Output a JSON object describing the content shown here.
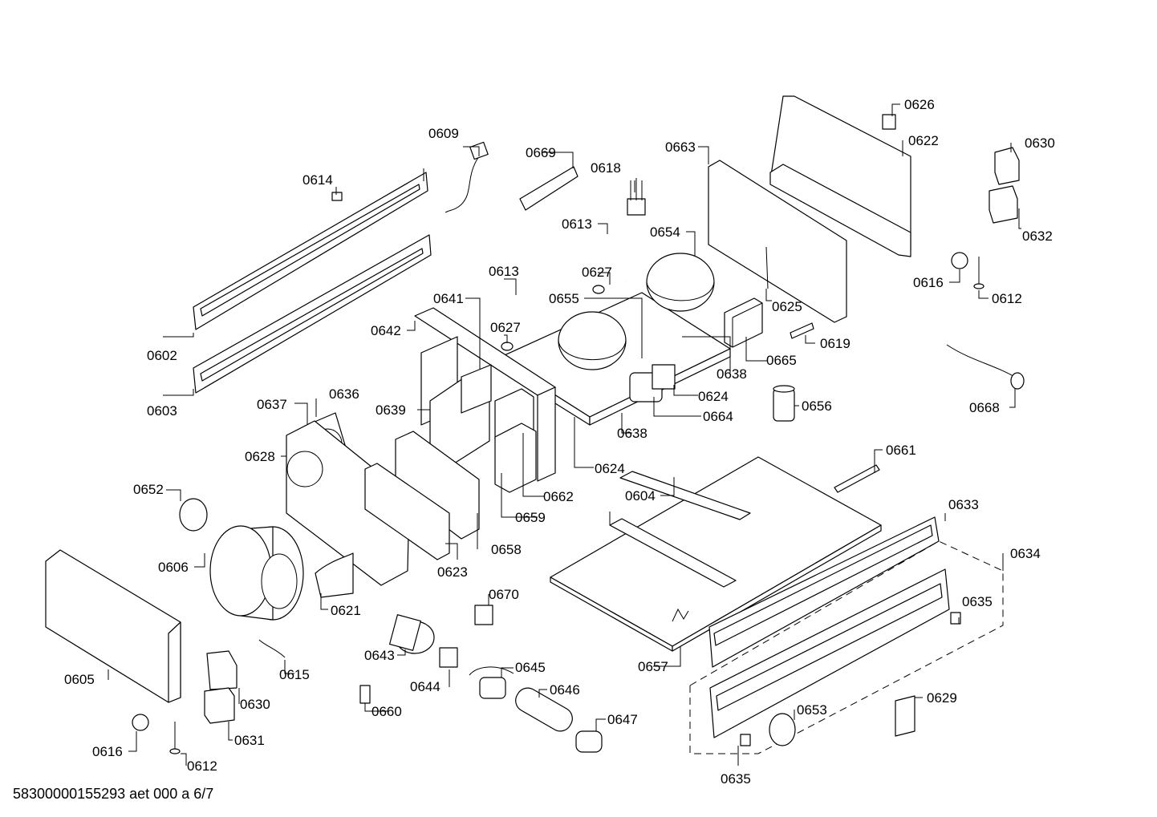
{
  "document_id": "58300000155293 aet 000 a 6/7",
  "part_labels": [
    "0602",
    "0603",
    "0604",
    "0605",
    "0606",
    "0609",
    "0612",
    "0612",
    "0613",
    "0613",
    "0614",
    "0615",
    "0616",
    "0616",
    "0618",
    "0619",
    "0621",
    "0622",
    "0623",
    "0624",
    "0624",
    "0625",
    "0626",
    "0627",
    "0627",
    "0628",
    "0629",
    "0630",
    "0630",
    "0631",
    "0632",
    "0633",
    "0634",
    "0635",
    "0635",
    "0636",
    "0637",
    "0638",
    "0638",
    "0639",
    "0641",
    "0642",
    "0643",
    "0644",
    "0645",
    "0646",
    "0647",
    "0652",
    "0653",
    "0654",
    "0655",
    "0656",
    "0657",
    "0658",
    "0659",
    "0660",
    "0661",
    "0662",
    "0663",
    "0664",
    "0665",
    "0668",
    "0669",
    "0670"
  ]
}
